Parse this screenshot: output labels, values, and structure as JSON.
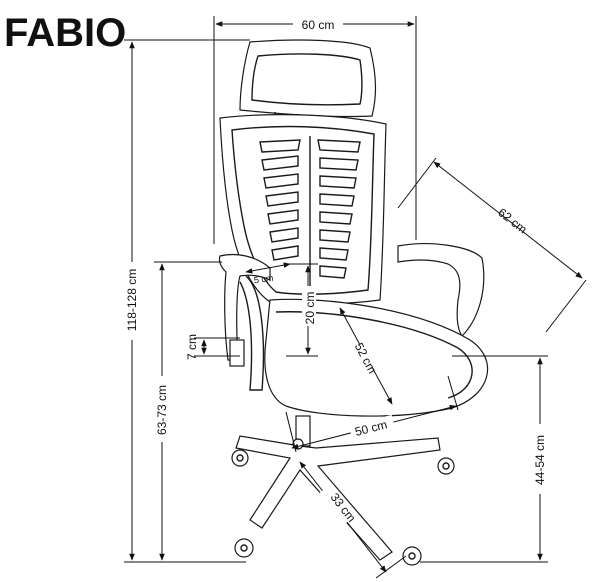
{
  "product": {
    "name": "FABIO"
  },
  "dimensions": {
    "width": "60 cm",
    "depth": "62 cm",
    "total_height": "118-128 cm",
    "armrest_height": "63-73 cm",
    "seat_height": "44-54 cm",
    "armrest_thickness": "5 cm",
    "armrest_gap": "20 cm",
    "lumbar": "7 cm",
    "backrest_to_seat": "52 cm",
    "seat_width": "50 cm",
    "base_radius": "33 cm"
  }
}
